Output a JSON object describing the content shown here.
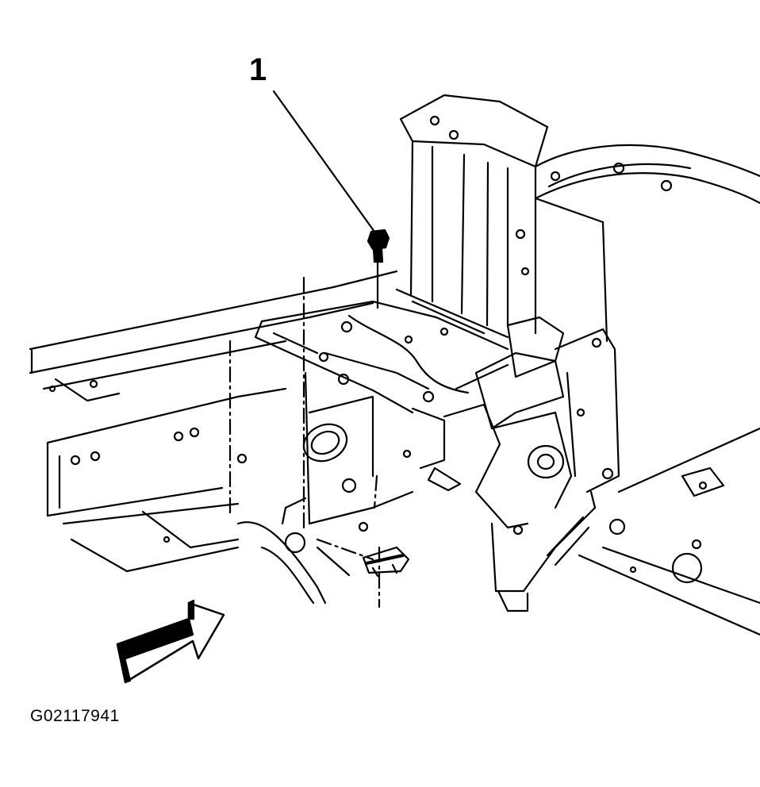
{
  "diagram": {
    "callouts": [
      {
        "number": "1",
        "part": "bolt"
      }
    ],
    "figure_id": "G02117941",
    "icons": {
      "direction": "front-direction-arrow-icon",
      "fastener": "bolt-icon",
      "clip": "retainer-clip-icon"
    },
    "colors": {
      "line": "#000000",
      "background": "#ffffff"
    }
  }
}
